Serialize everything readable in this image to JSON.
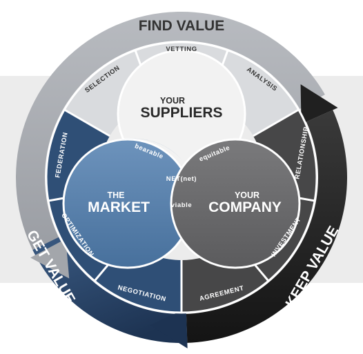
{
  "outer_arcs": {
    "find_value": "FIND VALUE",
    "get_value": "GET VALUE",
    "keep_value": "KEEP VALUE"
  },
  "segments": {
    "selection": "SELECTION",
    "vetting": "VETTING",
    "analysis": "ANALYSIS",
    "federation": "FEDERATION",
    "optimization": "OPTIMIZATION",
    "negotiation": "NEGOTIATION",
    "relationship": "RELATIONSHIP",
    "investment": "INVESTMENT",
    "agreement": "AGREEMENT"
  },
  "circles": {
    "suppliers": {
      "line1": "YOUR",
      "line2": "SUPPLIERS"
    },
    "market": {
      "line1": "THE",
      "line2": "MARKET"
    },
    "company": {
      "line1": "YOUR",
      "line2": "COMPANY"
    }
  },
  "overlaps": {
    "bearable": "bearable",
    "equitable": "equitable",
    "viable": "viable",
    "center": "NET(net)"
  },
  "colors": {
    "find": "#a8abb0",
    "get": "#27405f",
    "keep": "#1c1c1c",
    "market_circle": "#5a81ab",
    "company_circle": "#6b6b6d",
    "suppliers_circle": "#f2f2f2"
  }
}
